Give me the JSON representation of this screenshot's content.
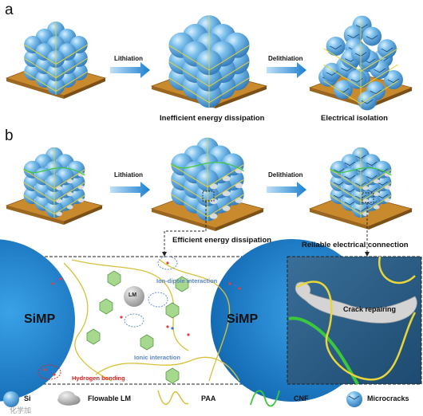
{
  "panels": {
    "a": "a",
    "b": "b"
  },
  "row_a": {
    "arrow_1": "Lithiation",
    "arrow_2": "Delithiation",
    "caption_middle": "Inefficient energy dissipation",
    "caption_right": "Electrical isolation"
  },
  "row_b": {
    "arrow_1": "Lithiation",
    "arrow_2": "Delithiation",
    "caption_middle": "Efficient energy dissipation",
    "caption_right": "Reliable electrical connection"
  },
  "zoom_left": {
    "simp_left": "SiMP",
    "simp_right": "SiMP",
    "lm": "LM",
    "ion_dipole": "Ion-dipole interaction",
    "ionic": "Ionic interaction",
    "hydrogen": "Hydrogen bonding"
  },
  "zoom_right": {
    "crack": "Crack repairing"
  },
  "legend": {
    "si": "Si",
    "lm": "Flowable LM",
    "paa": "PAA",
    "cnf": "CNF",
    "microcracks": "Microcracks"
  },
  "watermark": "化学加",
  "colors": {
    "si_blue": "#5aa8dc",
    "paa_yellow": "#e8d63a",
    "cnf_green": "#3cc83c",
    "arrow_blue": "#2a8fd6",
    "ion_dipole_text": "#5b86c9",
    "ionic_text": "#5b86c9",
    "hydrogen_text": "#e02020"
  }
}
